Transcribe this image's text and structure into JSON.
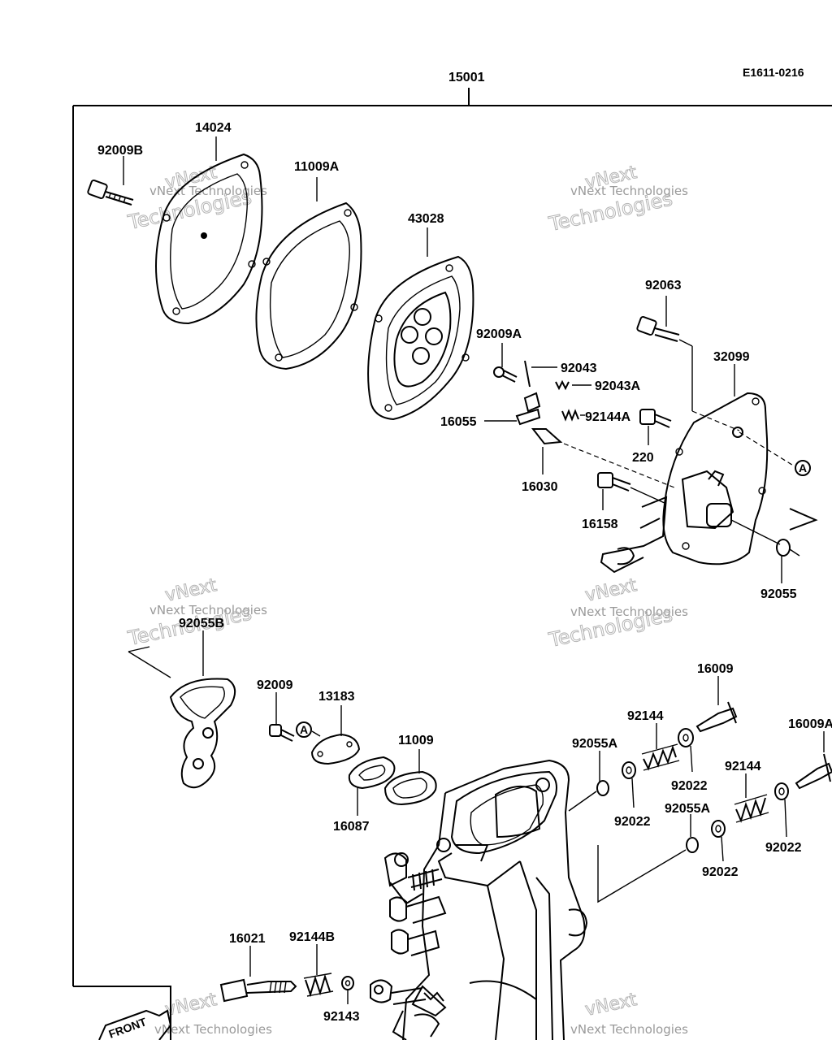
{
  "diagram": {
    "ref_code": "E1611-0216",
    "assembly_label": "15001",
    "circle_marker": "A",
    "front_label": "FRONT",
    "watermark": {
      "line1": "vNext Technologies",
      "line2": "Technologies",
      "line0": "vNext"
    },
    "part_labels": [
      "14024",
      "92009B",
      "11009A",
      "43028",
      "92063",
      "32099",
      "92009A",
      "92043",
      "92043A",
      "16055",
      "92144A",
      "220",
      "16030",
      "16158",
      "92055",
      "92055B",
      "16009",
      "92009",
      "13183",
      "11009",
      "16087",
      "92144",
      "92055A",
      "92022",
      "16009A",
      "92022",
      "92022",
      "92144",
      "92055A",
      "92022",
      "92022",
      "16021",
      "92144B",
      "92143"
    ]
  }
}
